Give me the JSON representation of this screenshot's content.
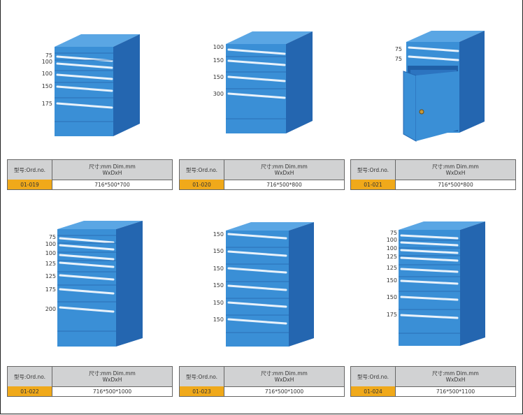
{
  "table_header": {
    "model_label": "型号:Ord.no.",
    "size_label": "尺寸:mm Dim.mm",
    "size_sub": "WxDxH"
  },
  "products": [
    {
      "code": "01-019",
      "dims": "716*500*700",
      "drawers": [
        "75",
        "100",
        "100",
        "150",
        "175"
      ],
      "door": false
    },
    {
      "code": "01-020",
      "dims": "716*500*800",
      "drawers": [
        "100",
        "150",
        "150",
        "300"
      ],
      "door": false
    },
    {
      "code": "01-021",
      "dims": "716*500*800",
      "drawers": [
        "75",
        "75"
      ],
      "door": true
    },
    {
      "code": "01-022",
      "dims": "716*500*1000",
      "drawers": [
        "75",
        "100",
        "100",
        "125",
        "125",
        "175",
        "200"
      ],
      "door": false
    },
    {
      "code": "01-023",
      "dims": "716*500*1000",
      "drawers": [
        "150",
        "150",
        "150",
        "150",
        "150",
        "150"
      ],
      "door": false
    },
    {
      "code": "01-024",
      "dims": "716*500*1100",
      "drawers": [
        "75",
        "100",
        "100",
        "125",
        "125",
        "150",
        "150",
        "175"
      ],
      "door": false
    }
  ],
  "colors": {
    "cabinet_front": "#3a8fd6",
    "cabinet_side": "#2466b0",
    "cabinet_top": "#5aa6e4",
    "code_cell": "#f0a91a",
    "header_cell": "#d1d2d3"
  }
}
